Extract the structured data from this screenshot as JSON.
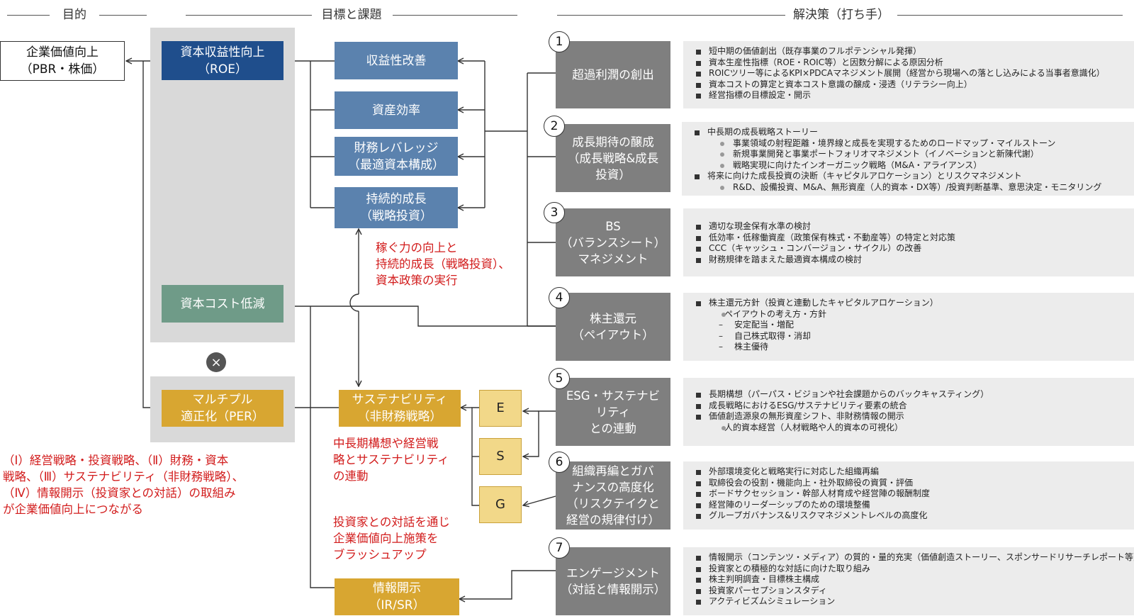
{
  "headers": {
    "purpose": "目的",
    "goals": "目標と課題",
    "solutions": "解決策（打ち手）"
  },
  "purpose_box": "企業価値向上\n（PBR・株価）",
  "goals": {
    "roe": "資本収益性向上\n（ROE）",
    "cost_of_capital": "資本コスト低減",
    "times_sign": "×",
    "per": "マルチプル\n適正化（PER）",
    "profitability": "収益性改善",
    "asset_efficiency": "資産効率",
    "leverage": "財務レバレッジ\n（最適資本構成）",
    "sustainable_growth": "持続的成長\n（戦略投資）",
    "sustainability": "サステナビリティ\n（非財務戦略）",
    "disclosure": "情報開示\n（IR/SR）",
    "esg": [
      "E",
      "S",
      "G"
    ]
  },
  "red_notes": {
    "earning_power": "稼ぐ力の向上と\n持続的成長（戦略投資）、\n資本政策の実行",
    "mid_long_term": "中長期構想や経営戦\n略とサステナビリティ\nの連動",
    "investor_dialogue": "投資家との対話を通じ\n企業価値向上施策を\nブラッシュアップ",
    "summary": "（Ⅰ）経営戦略・投資戦略、（Ⅱ）財務・資本\n戦略、（Ⅲ）サステナビリティ（非財務戦略）、\n（Ⅳ）情報開示（投資家との対話）の取組み\nが企業価値向上につながる"
  },
  "solutions": [
    {
      "number": "1",
      "title": "超過利潤の創出",
      "items": [
        {
          "level": 0,
          "text": "短中期の価値創出（既存事業のフルポテンシャル発揮）"
        },
        {
          "level": 0,
          "text": "資本生産性指標（ROE・ROIC等）と因数分解による原因分析"
        },
        {
          "level": 0,
          "text": "ROICツリー等によるKPI×PDCAマネジメント展開（経営から現場への落とし込みによる当事者意識化）"
        },
        {
          "level": 0,
          "text": "資本コストの算定と資本コスト意識の醸成・浸透（リテラシー向上）"
        },
        {
          "level": 0,
          "text": "経営指標の目標設定・開示"
        }
      ]
    },
    {
      "number": "2",
      "title": "成長期待の醸成\n（成長戦略&成長\n投資）",
      "items": [
        {
          "level": 0,
          "text": "中長期の成長戦略ストーリー"
        },
        {
          "level": 1,
          "text": "事業領域の射程距離・境界線と成長を実現するためのロードマップ・マイルストーン"
        },
        {
          "level": 1,
          "text": "新規事業開発と事業ポートフォリオマネジメント（イノベーションと新陳代謝）"
        },
        {
          "level": 1,
          "text": "戦略実現に向けたインオーガニック戦略（M&A・アライアンス）"
        },
        {
          "level": 0,
          "text": "将来に向けた成長投資の決断（キャピタルアロケーション）とリスクマネジメント"
        },
        {
          "level": 1,
          "text": "R&D、設備投資、M&A、無形資産（人的資本・DX等）/投資判断基準、意思決定・モニタリング"
        }
      ]
    },
    {
      "number": "3",
      "title": "BS\n（バランスシート）\nマネジメント",
      "items": [
        {
          "level": 0,
          "text": "適切な現金保有水準の検討"
        },
        {
          "level": 0,
          "text": "低効率・低稼働資産（政策保有株式・不動産等）の特定と対応策"
        },
        {
          "level": 0,
          "text": "CCC（キャッシュ・コンバージョン・サイクル）の改善"
        },
        {
          "level": 0,
          "text": "財務規律を踏まえた最適資本構成の検討"
        }
      ]
    },
    {
      "number": "4",
      "title": "株主還元\n（ペイアウト）",
      "items": [
        {
          "level": 0,
          "text": "株主還元方針（投資と連動したキャピタルアロケーション）"
        },
        {
          "level": 1,
          "text": "ペイアウトの考え方・方針"
        },
        {
          "level": 2,
          "text": "安定配当・増配"
        },
        {
          "level": 2,
          "text": "自己株式取得・消却"
        },
        {
          "level": 2,
          "text": "株主優待"
        }
      ]
    },
    {
      "number": "5",
      "title": "ESG・サステナビ\nリティ\nとの連動",
      "items": [
        {
          "level": 0,
          "text": "長期構想（パーパス・ビジョンや社会課題からのバックキャスティング）"
        },
        {
          "level": 0,
          "text": "成長戦略におけるESG/サステナビリティ要素の統合"
        },
        {
          "level": 0,
          "text": "価値創造源泉の無形資産シフト、非財務情報の開示"
        },
        {
          "level": 1,
          "text": "人的資本経営（人材戦略や人的資本の可視化）"
        }
      ]
    },
    {
      "number": "6",
      "title": "組織再編とガバ\nナンスの高度化\n（リスクテイクと\n経営の規律付け）",
      "items": [
        {
          "level": 0,
          "text": "外部環境変化と戦略実行に対応した組織再編"
        },
        {
          "level": 0,
          "text": "取締役会の役割・機能向上・社外取締役の資質・評価"
        },
        {
          "level": 0,
          "text": "ボードサクセッション・幹部人材育成や経営陣の報酬制度"
        },
        {
          "level": 0,
          "text": "経営陣のリーダーシップのための環境整備"
        },
        {
          "level": 0,
          "text": "グループガバナンス&リスクマネジメントレベルの高度化"
        }
      ]
    },
    {
      "number": "7",
      "title": "エンゲージメント\n（対話と情報開示）",
      "items": [
        {
          "level": 0,
          "text": "情報開示（コンテンツ・メディア）の質的・量的充実（価値創造ストーリー、スポンサードリサーチレポート等）"
        },
        {
          "level": 0,
          "text": "投資家との積極的な対話に向けた取り組み"
        },
        {
          "level": 0,
          "text": "株主判明調査・目標株主構成"
        },
        {
          "level": 0,
          "text": "投資家パーセプションスタディ"
        },
        {
          "level": 0,
          "text": "アクティビズムシミュレーション"
        }
      ]
    }
  ]
}
